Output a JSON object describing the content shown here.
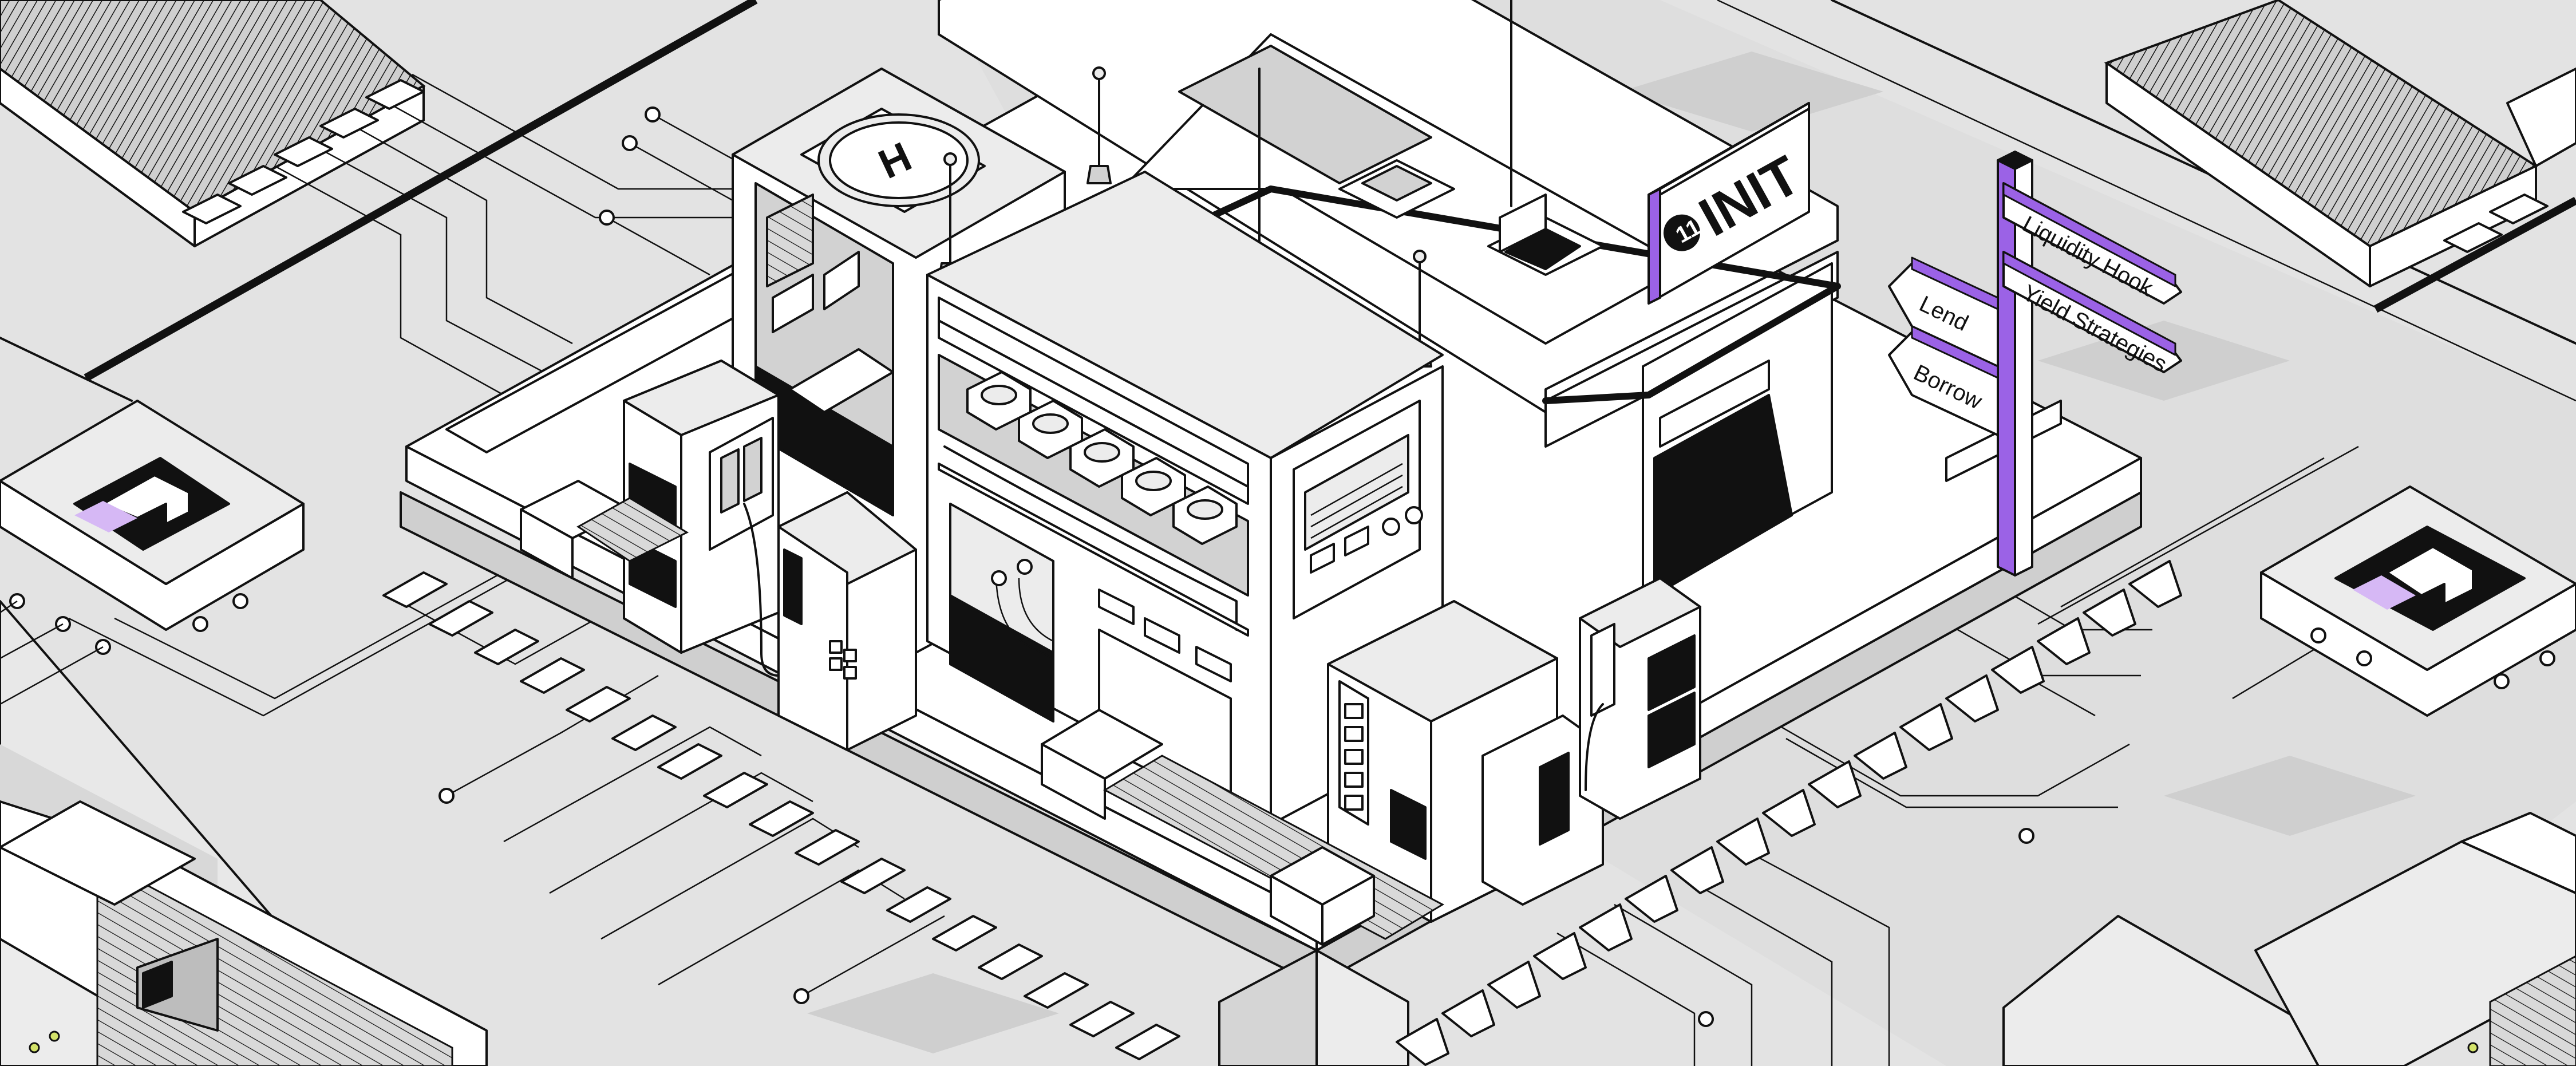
{
  "logo": {
    "text": "INIT",
    "mark": "init-circle-mark"
  },
  "signpost": {
    "right_boards": [
      "Liquidity Hook",
      "Yield Strategies"
    ],
    "left_boards": [
      "Lend",
      "Borrow"
    ]
  },
  "helipad": {
    "letter": "H"
  },
  "colors": {
    "background": "#e3e3e3",
    "line": "#111111",
    "accent": "#9b62e6",
    "accent_light": "#d6b8f5"
  }
}
